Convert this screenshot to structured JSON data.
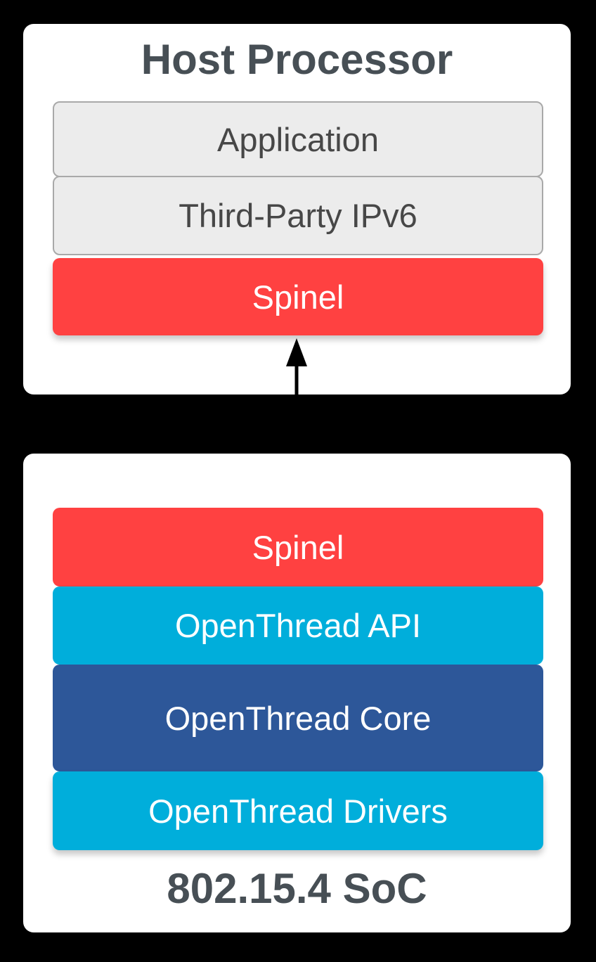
{
  "host": {
    "title": "Host Processor",
    "layers": [
      {
        "label": "Application"
      },
      {
        "label": "Third-Party IPv6"
      },
      {
        "label": "Spinel"
      }
    ]
  },
  "soc": {
    "title": "802.15.4 SoC",
    "layers": [
      {
        "label": "Spinel"
      },
      {
        "label": "OpenThread API"
      },
      {
        "label": "OpenThread Core"
      },
      {
        "label": "OpenThread Drivers"
      }
    ]
  },
  "connector": {
    "type": "vertical-double-headed-arrow",
    "connects": "Spinel (Host Processor) <-> Spinel (802.15.4 SoC)"
  },
  "colors": {
    "spinel_red": "#FF4141",
    "openthread_cyan": "#00AEDB",
    "openthread_core_blue": "#2D5799",
    "layer_gray_fill": "#ECECEC",
    "layer_gray_border": "#A9A9A9",
    "heading_text": "#474F55",
    "gray_layer_text": "#474747",
    "card_background": "#FFFFFF",
    "page_background": "#000000",
    "arrow": "#000000"
  }
}
